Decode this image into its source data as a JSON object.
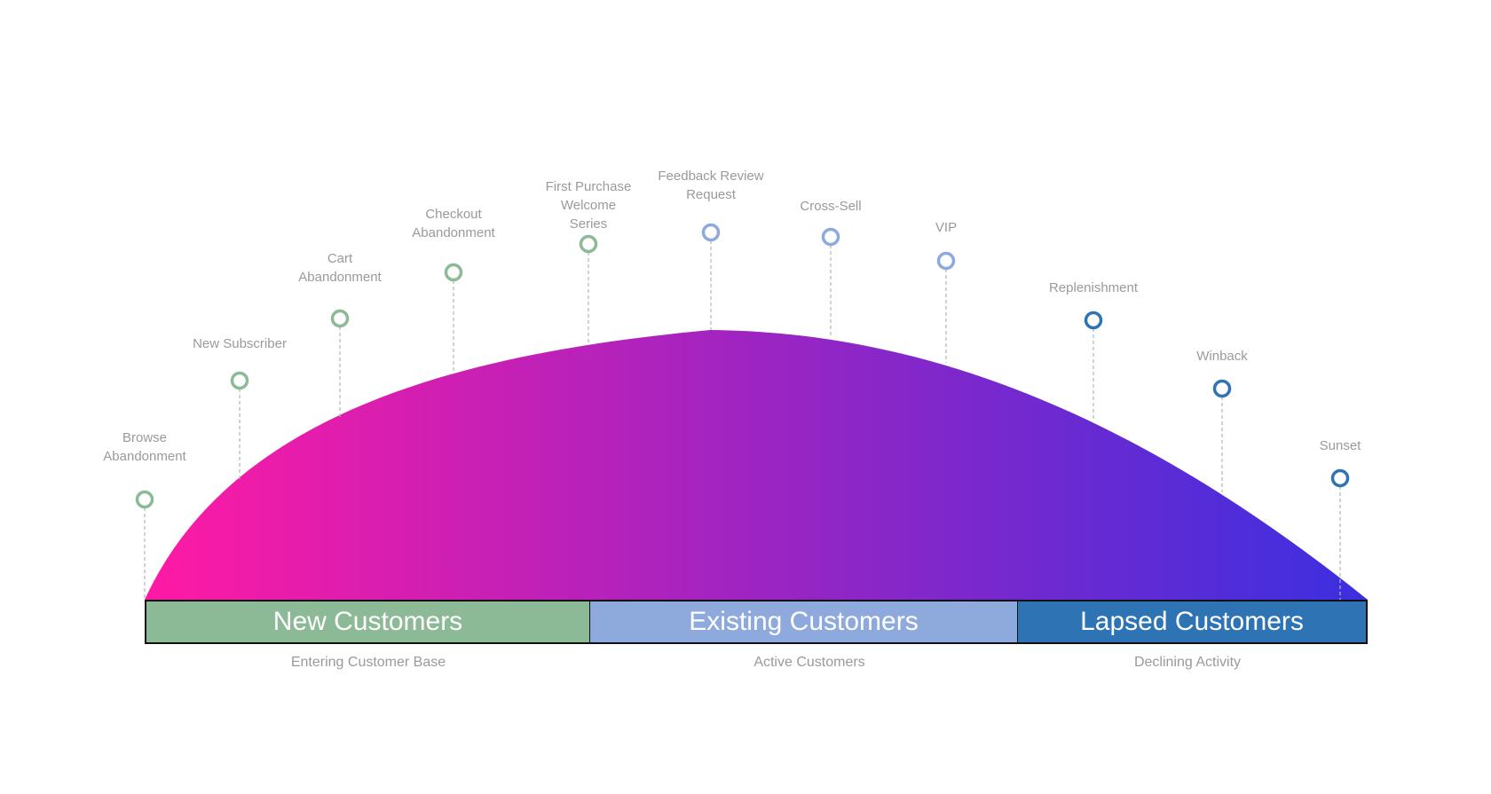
{
  "colors": {
    "new": "#8cb996",
    "existing": "#8eaadc",
    "lapsed": "#2e74b5",
    "arc_start": "#ff1aa4",
    "arc_end": "#3b2fe0",
    "guide": "#b5b5b5"
  },
  "milestones": [
    {
      "id": "browse-abandonment",
      "label": "Browse\nAbandonment",
      "segment": "new"
    },
    {
      "id": "new-subscriber",
      "label": "New Subscriber",
      "segment": "new"
    },
    {
      "id": "cart-abandonment",
      "label": "Cart\nAbandonment",
      "segment": "new"
    },
    {
      "id": "checkout-abandonment",
      "label": "Checkout\nAbandonment",
      "segment": "new"
    },
    {
      "id": "first-purchase-welcome-series",
      "label": "First Purchase\nWelcome\nSeries",
      "segment": "new"
    },
    {
      "id": "feedback-review-request",
      "label": "Feedback Review\nRequest",
      "segment": "existing"
    },
    {
      "id": "cross-sell",
      "label": "Cross-Sell",
      "segment": "existing"
    },
    {
      "id": "vip",
      "label": "VIP",
      "segment": "existing"
    },
    {
      "id": "replenishment",
      "label": "Replenishment",
      "segment": "lapsed"
    },
    {
      "id": "winback",
      "label": "Winback",
      "segment": "lapsed"
    },
    {
      "id": "sunset",
      "label": "Sunset",
      "segment": "lapsed"
    }
  ],
  "bands": {
    "new": {
      "label": "New Customers",
      "subtitle": "Entering Customer Base"
    },
    "existing": {
      "label": "Existing Customers",
      "subtitle": "Active Customers"
    },
    "lapsed": {
      "label": "Lapsed Customers",
      "subtitle": "Declining Activity"
    }
  }
}
